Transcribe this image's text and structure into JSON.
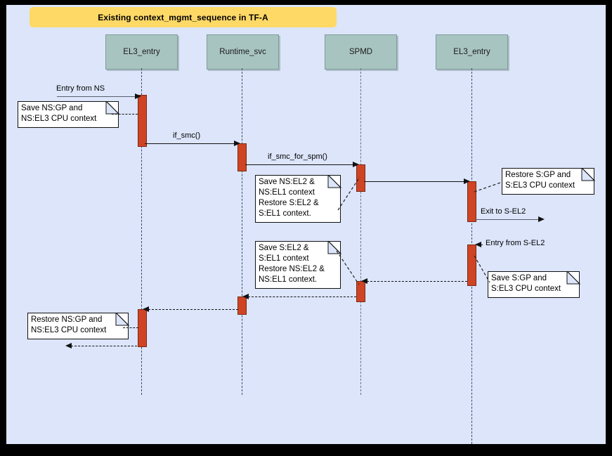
{
  "diagram": {
    "title": "Existing context_mgmt_sequence in TF-A",
    "type": "uml-sequence-diagram",
    "colors": {
      "background": "#dce5fa",
      "title_banner": "#ffd966",
      "lifeline_header": "#a8c4c0",
      "activation_bar": "#cf4424",
      "note_background": "#ffffff",
      "border": "#000000"
    }
  },
  "lifelines": [
    {
      "id": "el3_entry_left",
      "label": "EL3_entry"
    },
    {
      "id": "runtime_svc",
      "label": "Runtime_svc"
    },
    {
      "id": "spmd",
      "label": "SPMD"
    },
    {
      "id": "el3_entry_right",
      "label": "EL3_entry"
    }
  ],
  "messages": [
    {
      "id": "m1",
      "label": "Entry from NS",
      "from": "external-left",
      "to": "el3_entry_left",
      "style": "solid"
    },
    {
      "id": "m2",
      "label": "if_smc()",
      "from": "el3_entry_left",
      "to": "runtime_svc",
      "style": "solid"
    },
    {
      "id": "m3",
      "label": "if_smc_for_spm()",
      "from": "runtime_svc",
      "to": "spmd",
      "style": "solid"
    },
    {
      "id": "m4",
      "label": "",
      "from": "spmd",
      "to": "el3_entry_right",
      "style": "solid"
    },
    {
      "id": "m5",
      "label": "Exit to S-EL2",
      "from": "el3_entry_right",
      "to": "external-right",
      "style": "solid"
    },
    {
      "id": "m6",
      "label": "Entry from S-EL2",
      "from": "external-right",
      "to": "el3_entry_right",
      "style": "dashed"
    },
    {
      "id": "m7",
      "label": "",
      "from": "el3_entry_right",
      "to": "spmd",
      "style": "dashed"
    },
    {
      "id": "m8",
      "label": "",
      "from": "spmd",
      "to": "runtime_svc",
      "style": "dashed"
    },
    {
      "id": "m9",
      "label": "",
      "from": "runtime_svc",
      "to": "el3_entry_left",
      "style": "dashed"
    },
    {
      "id": "m10",
      "label": "",
      "from": "el3_entry_left",
      "to": "external-left",
      "style": "dashed"
    }
  ],
  "notes": [
    {
      "id": "n1",
      "text": "Save NS:GP and\nNS:EL3 CPU context",
      "attached_to": "el3_entry_left"
    },
    {
      "id": "n2",
      "text": "Save NS:EL2 &\nNS:EL1 context\nRestore S:EL2 &\nS:EL1 context.",
      "attached_to": "spmd"
    },
    {
      "id": "n3",
      "text": "Restore S:GP and\nS:EL3 CPU context",
      "attached_to": "el3_entry_right"
    },
    {
      "id": "n4",
      "text": "Save S:EL2 &\nS:EL1 context\nRestore NS:EL2 &\nNS:EL1 context.",
      "attached_to": "spmd"
    },
    {
      "id": "n5",
      "text": "Save S:GP and\nS:EL3 CPU context",
      "attached_to": "el3_entry_right"
    },
    {
      "id": "n6",
      "text": "Restore NS:GP and\nNS:EL3 CPU context",
      "attached_to": "el3_entry_left"
    }
  ]
}
